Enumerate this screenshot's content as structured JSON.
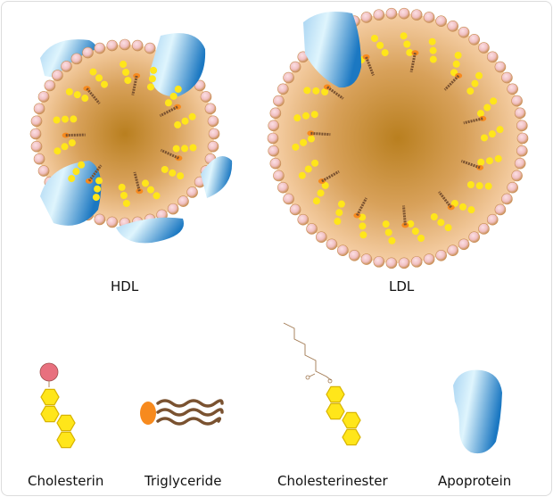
{
  "particles": [
    {
      "id": "hdl",
      "label": "HDL"
    },
    {
      "id": "ldl",
      "label": "LDL"
    }
  ],
  "legend": [
    {
      "id": "cholesterin",
      "label": "Cholesterin"
    },
    {
      "id": "triglyceride",
      "label": "Triglyceride"
    },
    {
      "id": "cholesterinester",
      "label": "Cholesterinester"
    },
    {
      "id": "apoprotein",
      "label": "Apoprotein"
    }
  ],
  "colors": {
    "core": "#c48a2a",
    "shell": "#f3c69a",
    "head": "#e8b38a",
    "head_pink": "#f3c2c0",
    "cholesterol": "#ffe61a",
    "cholesterol_oh": "#e06b7a",
    "triglyceride_head": "#f78a1e",
    "triglyceride_tail": "#7a5230",
    "apoprotein": "#4a9fd8"
  }
}
